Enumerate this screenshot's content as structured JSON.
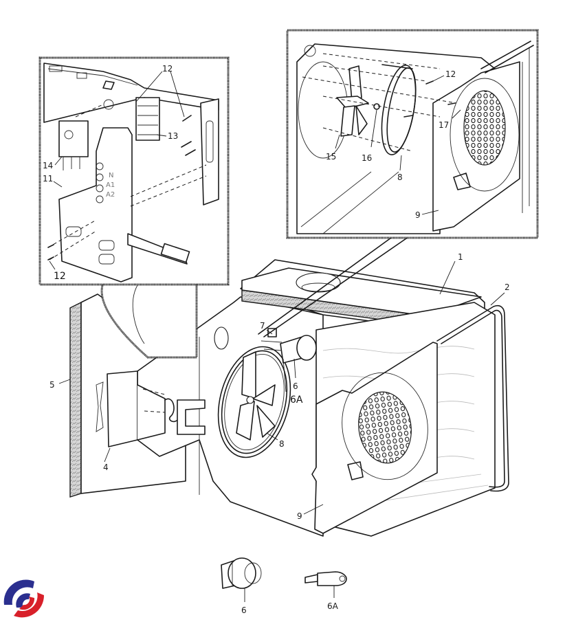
{
  "document": {
    "type": "exploded parts diagram",
    "subject": "oven cavity assembly"
  },
  "callouts": {
    "main": {
      "p1": "1",
      "p2": "2",
      "p4": "4",
      "p5": "5",
      "p6": "6",
      "p6a": "6A",
      "p7": "7",
      "p8": "8",
      "p9": "9"
    },
    "inset_left": {
      "p11": "11",
      "p12_top": "12",
      "p12_bottom": "12",
      "p13": "13",
      "p14": "14",
      "terminal_marks": [
        "N",
        "A1",
        "A2"
      ]
    },
    "inset_right": {
      "p8": "8",
      "p9": "9",
      "p12": "12",
      "p15": "15",
      "p16": "16",
      "p17": "17"
    },
    "detail": {
      "p6": "6",
      "p6a": "6A"
    }
  },
  "logo": {
    "name": "brand-logo",
    "colors": {
      "blue": "#2b2f8f",
      "red": "#d8202a"
    }
  }
}
